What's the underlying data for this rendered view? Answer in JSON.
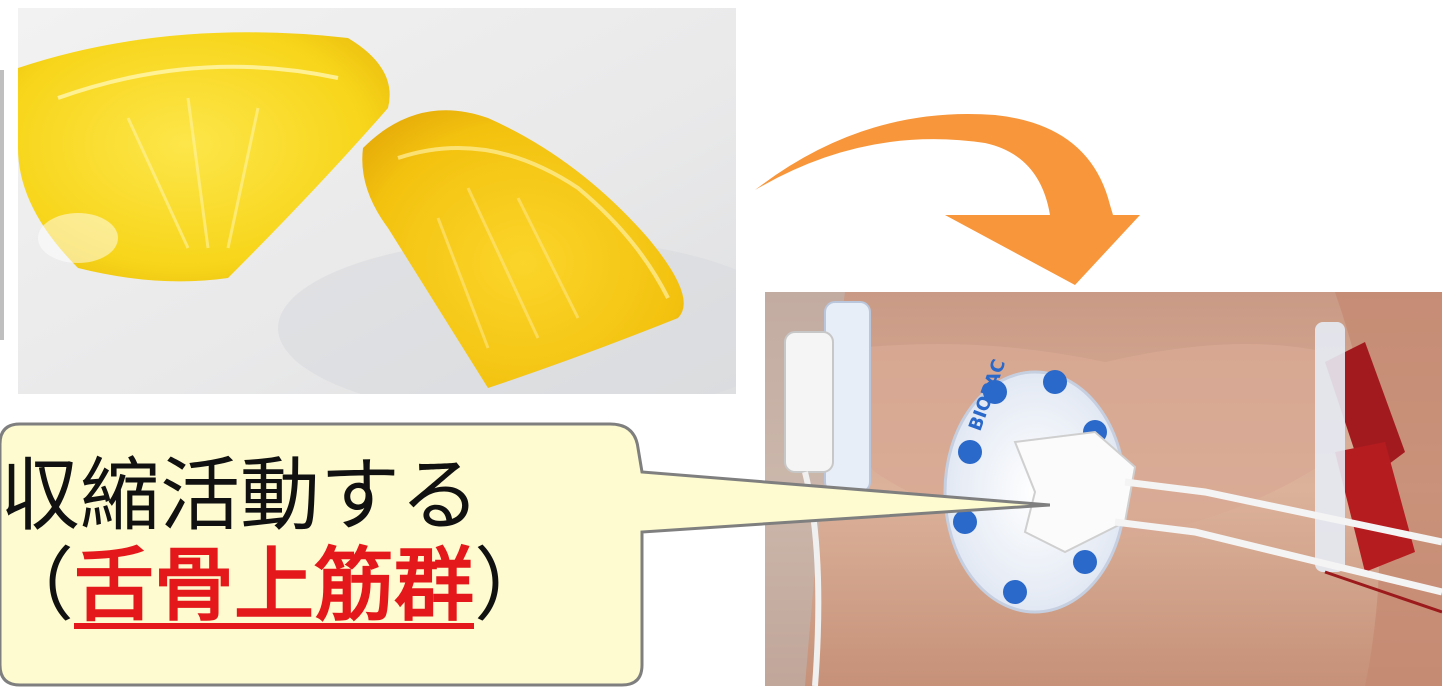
{
  "callout": {
    "line1": "収縮活動する",
    "paren_open": "（",
    "highlight": "舌骨上筋群",
    "paren_close": "）"
  },
  "electrode_pad": {
    "brand": "BIOPAC"
  },
  "colors": {
    "arrow": "#f7963a",
    "callout_fill": "#fdfbcf",
    "callout_border": "#7f7f7f",
    "highlight_text": "#e4181b",
    "lemon": "#f9d71c",
    "skin": "#d9b39a"
  },
  "icons": {
    "arrow": "curved-arrow-icon"
  }
}
